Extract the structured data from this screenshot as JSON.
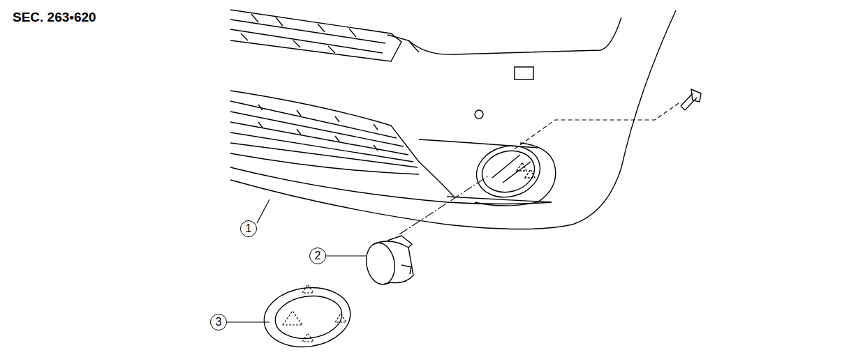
{
  "diagram": {
    "labels": [
      "SEC. 263•620",
      "1",
      "2",
      "3"
    ]
  }
}
